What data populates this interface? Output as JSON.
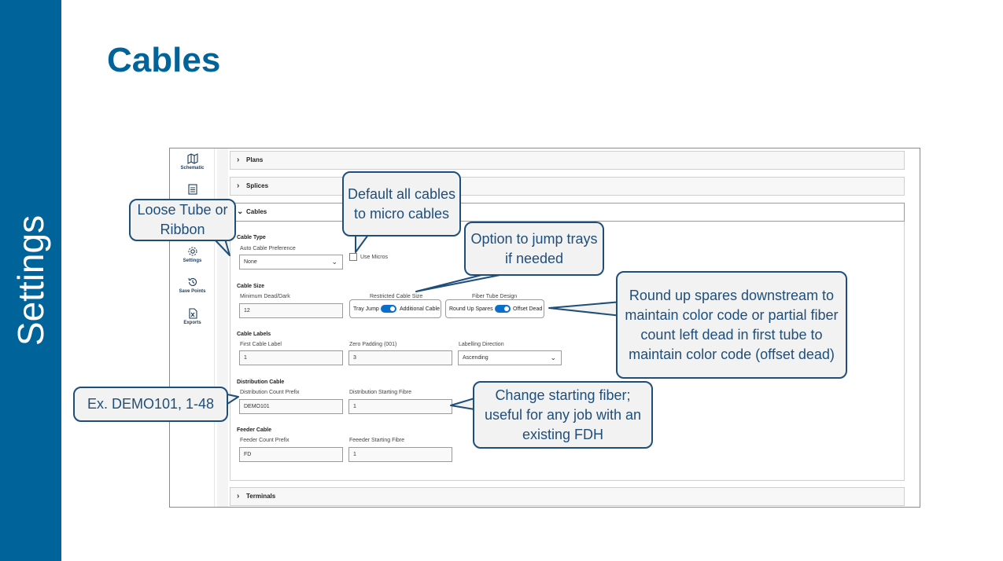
{
  "slide": {
    "side_title": "Settings",
    "title": "Cables",
    "accent_color": "#00649a",
    "callout_border": "#1f4e79"
  },
  "nav": {
    "items": [
      {
        "label": "Schematic",
        "icon": "map-icon"
      },
      {
        "label": "",
        "icon": "document-icon"
      },
      {
        "label": "Settings",
        "icon": "gear-icon"
      },
      {
        "label": "Save Points",
        "icon": "history-icon"
      },
      {
        "label": "Exports",
        "icon": "excel-icon"
      }
    ]
  },
  "accordion": {
    "plans": "Plans",
    "splices": "Splices",
    "cables": "Cables",
    "terminals": "Terminals"
  },
  "cable_type": {
    "heading": "Cable Type",
    "auto_pref_label": "Auto Cable Preference",
    "auto_pref_value": "None",
    "use_micros_label": "Use Micros",
    "use_micros_checked": false
  },
  "cable_size": {
    "heading": "Cable Size",
    "min_dead_label": "Minimum Dead/Dark",
    "min_dead_value": "12",
    "restricted_label": "Restricted Cable Size",
    "restricted_left": "Tray Jump",
    "restricted_right": "Additional Cable",
    "restricted_on": true,
    "fiber_tube_label": "Fiber Tube Design",
    "fiber_tube_left": "Round Up Spares",
    "fiber_tube_right": "Offset Dead",
    "fiber_tube_on": true
  },
  "cable_labels": {
    "heading": "Cable Labels",
    "first_label": "First Cable Label",
    "first_value": "1",
    "zero_pad_label": "Zero Padding (001)",
    "zero_pad_value": "3",
    "direction_label": "Labelling Direction",
    "direction_value": "Ascending"
  },
  "distribution": {
    "heading": "Distribution Cable",
    "prefix_label": "Distribution Count Prefix",
    "prefix_value": "DEMO101",
    "start_label": "Distribution Starting Fibre",
    "start_value": "1"
  },
  "feeder": {
    "heading": "Feeder Cable",
    "prefix_label": "Feeder Count Prefix",
    "prefix_value": "FD",
    "start_label": "Feeeder Starting Fibre",
    "start_value": "1"
  },
  "callouts": {
    "loose_tube": "Loose Tube or Ribbon",
    "default_micro": "Default all cables to micro cables",
    "jump_trays": "Option to jump trays if needed",
    "round_up": "Round up spares downstream to maintain color code or partial fiber count left dead in first tube to maintain color code (offset dead)",
    "example": "Ex. DEMO101, 1-48",
    "starting_fiber": "Change starting fiber; useful for any job with an existing FDH"
  }
}
